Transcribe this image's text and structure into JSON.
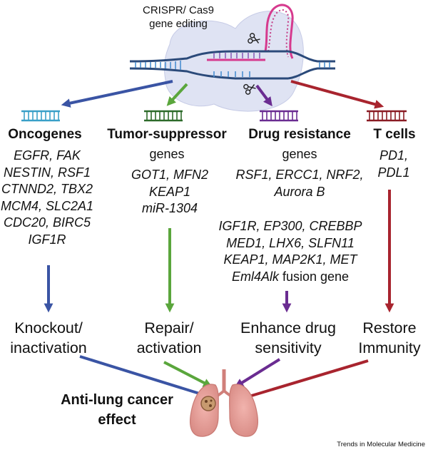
{
  "header": {
    "line1": "CRISPR/ Cas9",
    "line2": "gene editing"
  },
  "columns": [
    {
      "id": "oncogenes",
      "title": "Oncogenes",
      "color": "#3a54a4",
      "genes": [
        "EGFR, FAK",
        "NESTIN, RSF1",
        "CTNND2, TBX2",
        "MCM4, SLC2A1",
        "CDC20, BIRC5",
        "IGF1R"
      ],
      "outcome": [
        "Knockout/",
        "inactivation"
      ]
    },
    {
      "id": "tumor-suppressor",
      "title": "Tumor-suppressor",
      "subtitle": "genes",
      "color": "#5aa63c",
      "genes": [
        "GOT1, MFN2",
        "KEAP1",
        "miR-1304"
      ],
      "outcome": [
        "Repair/",
        "activation"
      ]
    },
    {
      "id": "drug-resistance",
      "title": "Drug resistance",
      "subtitle": "genes",
      "color": "#6a2c91",
      "genes": [
        "RSF1, ERCC1, NRF2,",
        "Aurora B"
      ],
      "genes2": [
        "IGF1R, EP300, CREBBP",
        "MED1, LHX6, SLFN11",
        "KEAP1, MAP2K1, MET"
      ],
      "genes2_last_italic": "Eml4Alk",
      "genes2_last_plain": " fusion gene",
      "outcome": [
        "Enhance drug",
        "sensitivity"
      ]
    },
    {
      "id": "t-cells",
      "title": "T cells",
      "color": "#a8242e",
      "genes": [
        "PD1,",
        "PDL1"
      ],
      "outcome": [
        "Restore",
        "Immunity"
      ]
    }
  ],
  "effect": [
    "Anti-lung cancer",
    "effect"
  ],
  "credit": "Trends in Molecular Medicine",
  "icons": [
    "scissors-icon",
    "dna-helix-icon",
    "lungs-icon"
  ]
}
